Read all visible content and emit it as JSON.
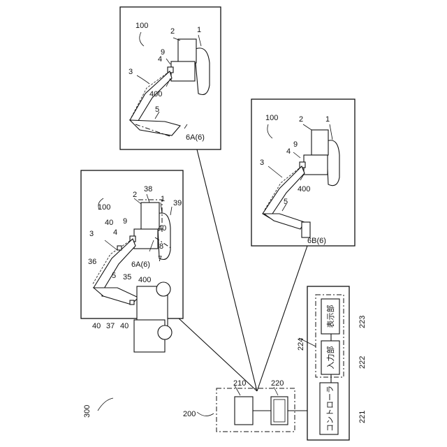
{
  "labels": {
    "p1": {
      "n100": "100",
      "n1": "1",
      "n2": "2",
      "n3": "3",
      "n4": "4",
      "n9": "9",
      "n400": "400",
      "n5": "5",
      "n6a": "6A(6)"
    },
    "p2": {
      "n100": "100",
      "n1": "1",
      "n2": "2",
      "n3": "3",
      "n4": "4",
      "n9": "9",
      "n400": "400",
      "n5": "5",
      "n6b": "6B(6)"
    },
    "p3": {
      "n100": "100",
      "n2": "2",
      "n38": "38",
      "n1": "1",
      "n39": "39",
      "n3": "3",
      "n40a": "40",
      "n40b": "40",
      "n40c": "40",
      "n40d": "40",
      "n4": "4",
      "n9": "9",
      "n8": "8",
      "n7": "7",
      "n36": "36",
      "n5": "5",
      "n35": "35",
      "n6a": "6A(6)",
      "n400": "400",
      "n37": "37"
    },
    "system": {
      "n300": "300",
      "n200": "200",
      "n210": "210",
      "n220": "220",
      "n221": "221",
      "n222": "222",
      "n223": "223",
      "n224": "224"
    }
  },
  "terminal": {
    "controller": "コントローラ",
    "input": "入力部",
    "display": "表示部"
  }
}
